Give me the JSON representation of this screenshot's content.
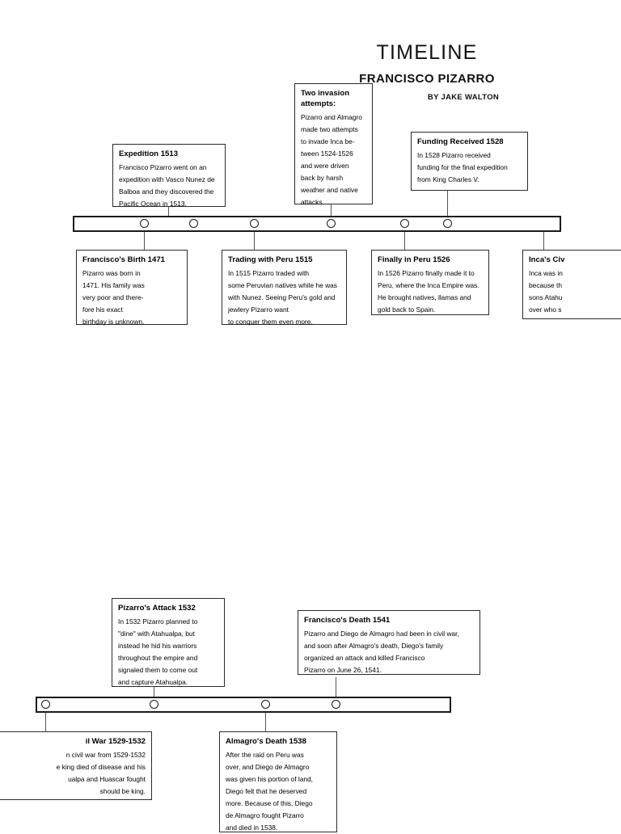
{
  "header": {
    "title": "TIMELINE",
    "subtitle": "FRANCISCO PIZARRO",
    "author": "BY JAKE WALTON"
  },
  "timeline_top": {
    "events_above": [
      {
        "id": "expedition-1513",
        "title": "Expedition 1513",
        "body": "Francisco Pizarro went on an\nexpedition with Vasco Nunez de\nBalboa and they discovered the\nPacific Ocean in 1513."
      },
      {
        "id": "two-invasion-attempts",
        "title": "Two invasion\nattempts:",
        "body": "Pizarro and Almagro\nmade two attempts\nto invade Inca be-\ntween 1524-1526\nand were driven\nback by harsh\nweather and native\nattacks."
      },
      {
        "id": "funding-received-1528",
        "title": "Funding Received 1528",
        "body": "In 1528 Pizarro received\nfunding for the final expedition\nfrom King Charles V."
      }
    ],
    "events_below": [
      {
        "id": "franciscos-birth-1471",
        "title": "Francisco's Birth 1471",
        "body": "Pizarro was born in\n1471.  His family was\nvery poor and there-\nfore his exact\nbirthday is unknown."
      },
      {
        "id": "trading-with-peru-1515",
        "title": "Trading with Peru 1515",
        "body": "In 1515 Pizarro traded with\nsome Peruvian natives while he was\nwith Nunez.  Seeing Peru's gold and\njewlery Pizarro want\nto conquer them even more."
      },
      {
        "id": "finally-in-peru-1526",
        "title": "Finally in Peru 1526",
        "body": "In 1526 Pizarro finally made it to\nPeru, where the Inca Empire was.\nHe brought natives, llamas and\ngold back to Spain."
      },
      {
        "id": "incas-civil-war-clipped",
        "title": "Inca's Civ",
        "body": "Inca was in\nbecause th\nsons Atahu\nover who s"
      }
    ]
  },
  "timeline_bottom": {
    "events_above": [
      {
        "id": "pizarros-attack-1532",
        "title": "Pizarro's Attack 1532",
        "body": "In 1532 Pizarro planned to\n\"dine\" with Atahualpa, but\ninstead he hid his warriors\nthroughout the empire and\nsignaled them to come out\nand capture Atahualpa."
      },
      {
        "id": "franciscos-death-1541",
        "title": "Francisco's Death 1541",
        "body": "Pizarro and Diego de Almagro had been in civil war,\nand soon after Almagro's death, Diego's family\norganized an attack and killed Francisco\nPizarro on June 26, 1541."
      }
    ],
    "events_below": [
      {
        "id": "incas-civil-war-1529-1532",
        "title": "il War 1529-1532",
        "body": "n civil war from 1529-1532\ne king died of disease and his\nualpa and Huascar fought\nshould be king."
      },
      {
        "id": "almagros-death-1538",
        "title": "Almagro's Death 1538",
        "body": "After the raid on Peru was\nover, and Diego de Almagro\nwas given his portion of land,\nDiego felt that he deserved\nmore.  Because of this, Diego\nde Almagro fought Pizarro\nand died in 1538."
      }
    ]
  },
  "colors": {
    "page_background": "#ffffff",
    "box_border": "#2b2b2b",
    "bar_border": "#1a1a1a",
    "connector": "#555555",
    "text": "#000000"
  }
}
